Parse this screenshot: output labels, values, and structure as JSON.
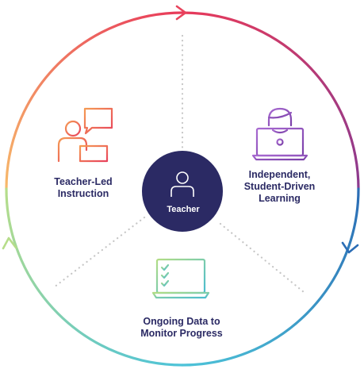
{
  "center": {
    "label": "Teacher",
    "icon": "person-icon",
    "color": "#2b2a64"
  },
  "segments": [
    {
      "icon": "teacher-presenting-icon",
      "lines": [
        "Teacher-Led",
        "Instruction"
      ]
    },
    {
      "icon": "student-laptop-icon",
      "lines": [
        "Independent,",
        "Student-Driven",
        "Learning"
      ]
    },
    {
      "icon": "laptop-checklist-icon",
      "lines": [
        "Ongoing Data to",
        "Monitor Progress"
      ]
    }
  ],
  "cycle": {
    "direction": "clockwise",
    "gradient_colors": [
      "#e83a5a",
      "#8b3a8f",
      "#2b6db5",
      "#4dc3d8",
      "#b6dd8a",
      "#f7b96a"
    ]
  }
}
